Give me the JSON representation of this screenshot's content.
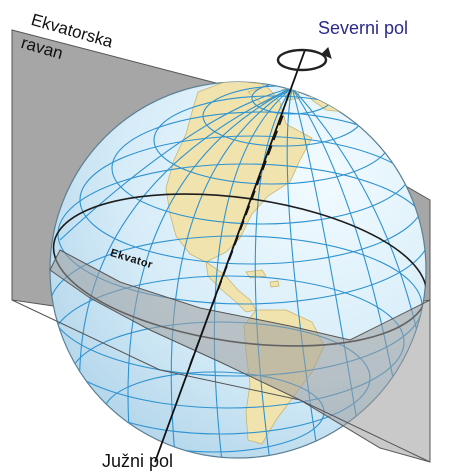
{
  "labels": {
    "plane_line1": "Ekvatorska",
    "plane_line2": "ravan",
    "north_pole": "Severni pol",
    "south_pole": "Južni pol",
    "equator": "Ekvator"
  },
  "colors": {
    "ocean": "#d9eefa",
    "grid": "#2f93d0",
    "land": "#f3e6b4",
    "plane": "#a9a9a9",
    "north_label": "#2a2a8c",
    "axis": "#111111"
  },
  "icons": {
    "rotation": "rotation-arrow-icon"
  }
}
